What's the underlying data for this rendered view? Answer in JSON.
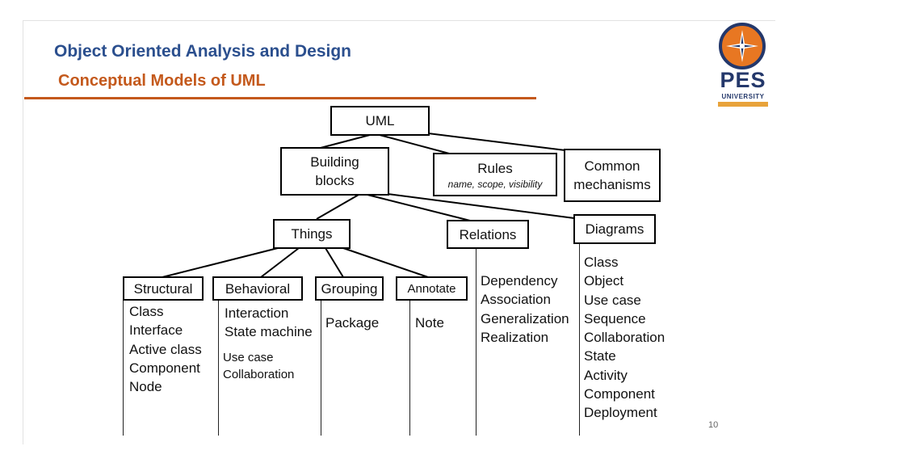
{
  "slide": {
    "title": "Object Oriented Analysis and Design",
    "subtitle": "Conceptual Models of UML",
    "page_number": "10"
  },
  "logo": {
    "name": "PES",
    "university": "UNIVERSITY",
    "colors": {
      "primary": "#24386b",
      "accent": "#e87722"
    }
  },
  "diagram": {
    "root": "UML",
    "level1": {
      "building_blocks": "Building blocks",
      "rules": "Rules",
      "rules_detail": "name, scope, visibility",
      "common_mechanisms": "Common mechanisms"
    },
    "level2": {
      "things": "Things",
      "relations": "Relations",
      "diagrams": "Diagrams"
    },
    "things": {
      "structural": {
        "label": "Structural",
        "items": [
          "Class",
          "Interface",
          "Active class",
          "Component",
          "Node"
        ]
      },
      "behavioral": {
        "label": "Behavioral",
        "items": [
          "Interaction",
          "State machine"
        ],
        "extra_items": [
          "Use case",
          "Collaboration"
        ]
      },
      "grouping": {
        "label": "Grouping",
        "items": [
          "Package"
        ]
      },
      "annotate": {
        "label": "Annotate",
        "items": [
          "Note"
        ]
      }
    },
    "relations_items": [
      "Dependency",
      "Association",
      "Generalization",
      "Realization"
    ],
    "diagrams_items": [
      "Class",
      "Object",
      "Use case",
      "Sequence",
      "Collaboration",
      "State",
      "Activity",
      "Component",
      "Deployment"
    ]
  },
  "colors": {
    "title": "#2b4f8e",
    "subtitle": "#c4591c",
    "rule": "#c4591c"
  }
}
